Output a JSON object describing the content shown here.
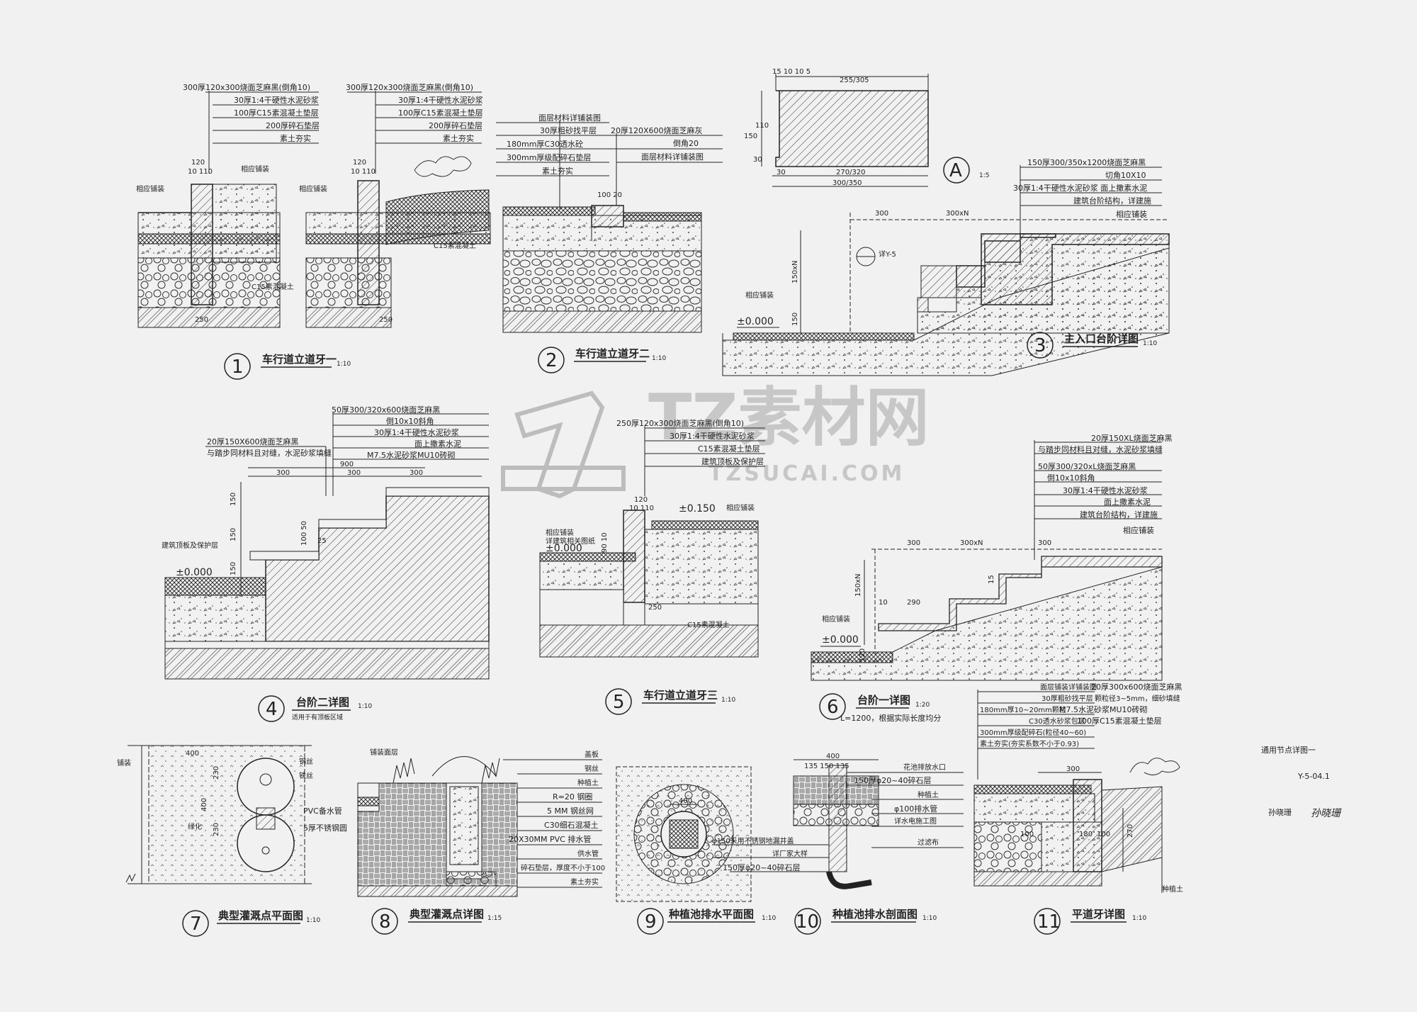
{
  "details": [
    {
      "num": "1",
      "title": "车行道立道牙一",
      "scale": "1:10"
    },
    {
      "num": "2",
      "title": "车行道立道牙二",
      "scale": "1:10"
    },
    {
      "num": "3",
      "title": "主入口台阶详图",
      "scale": "1:10"
    },
    {
      "num": "4",
      "title": "台阶二详图",
      "scale": "1:10",
      "subtitle": "适用于有顶板区域"
    },
    {
      "num": "5",
      "title": "车行道立道牙三",
      "scale": "1:10"
    },
    {
      "num": "6",
      "title": "台阶一详图",
      "scale": "1:20",
      "subtitle": "L=1200，根据实际长度均分"
    },
    {
      "num": "7",
      "title": "典型灌溉点平面图",
      "scale": "1:10"
    },
    {
      "num": "8",
      "title": "典型灌溉点详图",
      "scale": "1:15"
    },
    {
      "num": "9",
      "title": "种植池排水平面图",
      "scale": "1:10"
    },
    {
      "num": "10",
      "title": "种植池排水剖面图",
      "scale": "1:10"
    },
    {
      "num": "11",
      "title": "平道牙详图",
      "scale": "1:10"
    }
  ],
  "labels": {
    "d1": [
      "300厚120x300烧面芝麻黑(倒角10)",
      "30厚1:4干硬性水泥砂浆",
      "100厚C15素混凝土垫层",
      "200厚碎石垫层",
      "素土夯实"
    ],
    "d1_misc": {
      "xiangying": "相应铺装",
      "c15": "C15素混凝土",
      "c15b": "C15素混凝土",
      "d120": "120",
      "d110": "10 110",
      "d250": "250",
      "d250b": "250"
    },
    "d2": [
      "面层材料详铺装图",
      "30厚粗砂找平层",
      "180mm厚C30透水砼",
      "300mm厚级配碎石垫层",
      "素土夯实"
    ],
    "d2_right": [
      "20厚120X600烧面芝麻灰",
      "倒角20",
      "面层材料详铺装图"
    ],
    "d2_dim": "100 20",
    "dA": {
      "top": "255/305",
      "left_dims": "15 10 10 5",
      "d150": "150",
      "d110": "110",
      "d30": "30",
      "d270": "270/320",
      "d300": "300/350",
      "d30b": "30",
      "letter": "A",
      "scale": "1:5"
    },
    "d3": [
      "150厚300/350x1200烧面芝麻黑",
      "切角10X10",
      "30厚1:4干硬性水泥砂浆 面上撒素水泥",
      "建筑台阶结构，详建施",
      "相应铺装"
    ],
    "d3_misc": {
      "d300": "300",
      "d300n": "300xN",
      "d150n": "150xN",
      "d150": "150",
      "elev": "±0.000",
      "xiangying": "相应铺装",
      "ref": "详Y-5"
    },
    "d4": [
      "50厚300/320x600烧面芝麻黑",
      "倒10x10斜角",
      "30厚1:4干硬性水泥砂浆",
      "面上撒素水泥",
      "M7.5水泥砂浆MU10砖砌"
    ],
    "d4_left": [
      "20厚150X600烧面芝麻黑",
      "与踏步同材料且对缝，水泥砂浆填缝"
    ],
    "d4_misc": {
      "d900": "900",
      "d300a": "300",
      "d300b": "300",
      "d300c": "300",
      "d150a": "150",
      "d150b": "150",
      "d150c": "150",
      "d10050": "100 50",
      "d25": "25",
      "elev": "±0.000",
      "protect": "建筑顶板及保护层"
    },
    "d5": [
      "250厚120x300烧面芝麻黑(倒角10)",
      "30厚1:4干硬性水泥砂浆",
      "C15素混凝土垫层",
      "建筑顶板及保护层"
    ],
    "d5_misc": {
      "xiangying": "相应铺装",
      "jianzhu": "相应铺装",
      "xiangjian": "详建筑相关图纸",
      "e150": "±0.150",
      "e000": "±0.000",
      "c15": "C15素混凝土",
      "d120": "120",
      "d110": "10 110",
      "d250": "250",
      "d90": "90 10"
    },
    "d6": [
      "20厚150XL烧面芝麻黑",
      "与踏步同材料且对缝，水泥砂浆填缝",
      "50厚300/320xL烧面芝麻黑",
      "倒10x10斜角",
      "30厚1:4干硬性水泥砂浆",
      "面上撒素水泥",
      "建筑台阶结构，详建施",
      "相应铺装"
    ],
    "d6_misc": {
      "d300a": "300",
      "d300n": "300xN",
      "d300b": "300",
      "d150n": "150xN",
      "d10": "10",
      "d290": "290",
      "d15": "15",
      "d120": "120",
      "elev": "±0.000",
      "xiangying": "相应铺装"
    },
    "d7": {
      "top": "400",
      "pave": "铺装",
      "green": "绿化",
      "r1": "钢丝",
      "r2": "铁丝",
      "pvc": "PVC备水管",
      "steel": "5厚不锈钢圆",
      "d230a": "230",
      "d230b": "230",
      "d400b": "400"
    },
    "d8": [
      "盖板",
      "钢丝",
      "种植土",
      "R=20 钢圈",
      "5 MM 钢丝网",
      "C30细石混凝土",
      "20X30MM PVC 排水管",
      "供水管",
      "碎石垫层，厚度不小于100",
      "素土夯实"
    ],
    "d8_misc": {
      "pave": "铺装面层"
    },
    "d9": [
      "φ150采用不锈钢地漏井盖",
      "详厂家大样",
      "150厚φ20~40碎石层"
    ],
    "d9_misc": {
      "d400": "400"
    },
    "d10": [
      "花池排放水口",
      "150厚φ20~40碎石层",
      "种植土",
      "φ100排水管",
      "详水电施工图",
      "过滤布"
    ],
    "d10_misc": {
      "d400": "400",
      "d135": "135 150 135"
    },
    "d11": [
      "面层铺装详铺装图",
      "20厚300x600烧面芝麻黑",
      "30厚粗砂找平层",
      "颗粒径3~5mm，细砂填缝",
      "180mm厚10~20mm颗粒",
      "M7.5水泥砂浆MU10砖砌",
      "C30透水砂浆包层",
      "100厚C15素混凝土垫层",
      "300mm厚级配碎石(粒径40~60)",
      "素土夯实(夯实系数不小于0.93)"
    ],
    "d11_misc": {
      "d300": "300",
      "d100": "100",
      "d180": "180",
      "d100b": "100",
      "d270": "270",
      "soil": "种植土"
    },
    "sheet": {
      "title": "通用节点详图一",
      "code": "Y-5-04.1",
      "author": "孙晓珊",
      "signature": "孙晓珊"
    },
    "watermark": {
      "cn": "TZ素材网",
      "en": "TZSUCAI.COM"
    }
  }
}
